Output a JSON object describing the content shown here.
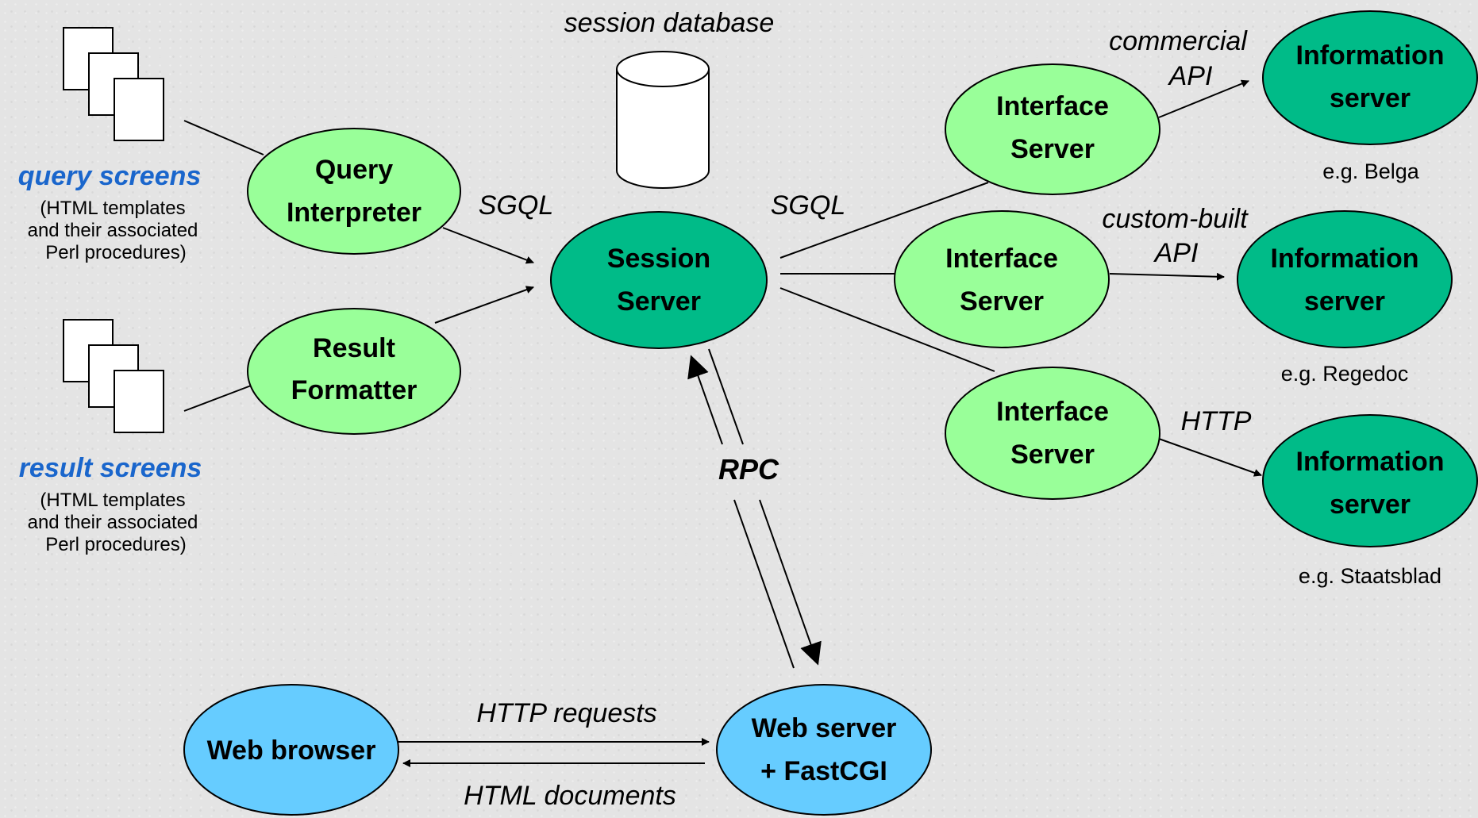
{
  "colors": {
    "light_green": "#99ff99",
    "dark_green": "#00bb88",
    "blue": "#66ccff",
    "screens_title": "#1a66cc"
  },
  "session_database": {
    "label": "session database"
  },
  "nodes": {
    "query_interpreter": {
      "line1": "Query",
      "line2": "Interpreter"
    },
    "result_formatter": {
      "line1": "Result",
      "line2": "Formatter"
    },
    "session_server": {
      "line1": "Session",
      "line2": "Server"
    },
    "interface_server_1": {
      "line1": "Interface",
      "line2": "Server"
    },
    "interface_server_2": {
      "line1": "Interface",
      "line2": "Server"
    },
    "interface_server_3": {
      "line1": "Interface",
      "line2": "Server"
    },
    "information_server_1": {
      "line1": "Information",
      "line2": "server"
    },
    "information_server_2": {
      "line1": "Information",
      "line2": "server"
    },
    "information_server_3": {
      "line1": "Information",
      "line2": "server"
    },
    "web_browser": {
      "line1": "Web browser"
    },
    "web_server": {
      "line1": "Web server",
      "line2": "+ FastCGI"
    }
  },
  "examples": {
    "belga": "e.g. Belga",
    "regedoc": "e.g. Regedoc",
    "staatsblad": "e.g. Staatsblad"
  },
  "edge_labels": {
    "sgql_left": "SGQL",
    "sgql_right": "SGQL",
    "commercial_api_line1": "commercial",
    "commercial_api_line2": "API",
    "custom_api_line1": "custom-built",
    "custom_api_line2": "API",
    "http": "HTTP",
    "rpc": "RPC",
    "http_requests": "HTTP requests",
    "html_documents": "HTML documents"
  },
  "query_screens": {
    "title": "query screens",
    "desc_line1": "(HTML templates",
    "desc_line2": "and their associated",
    "desc_line3": "Perl procedures)"
  },
  "result_screens": {
    "title": "result screens",
    "desc_line1": "(HTML templates",
    "desc_line2": "and their associated",
    "desc_line3": "Perl procedures)"
  }
}
